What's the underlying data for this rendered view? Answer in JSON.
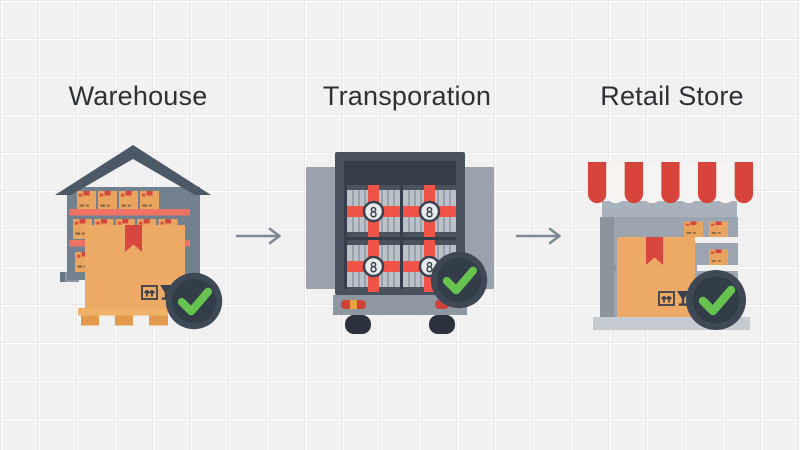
{
  "diagram": {
    "type": "process-flow",
    "stages": [
      {
        "label": "Warehouse",
        "icon": "warehouse-icon",
        "status_icon": "checkmark-icon",
        "status": "verified"
      },
      {
        "label": "Transporation",
        "icon": "delivery-truck-icon",
        "status_icon": "checkmark-icon",
        "status": "verified"
      },
      {
        "label": "Retail Store",
        "icon": "storefront-icon",
        "status_icon": "checkmark-icon",
        "status": "verified"
      }
    ],
    "connector_icon": "right-arrow-icon"
  },
  "colors": {
    "background": "#f2f1f1",
    "grid_line": "#e8e8eb",
    "label_text": "#2d3136",
    "arrow_gray": "#7e8894",
    "check_green": "#68c24f",
    "badge_ring": "#3f4956",
    "badge_inner": "#333d49",
    "accent_red": "#d8473f",
    "strap_red": "#f05348",
    "awning_red": "#d7443c",
    "awning_white": "#f6f4f2",
    "box_orange": "#ecaa66",
    "small_box_orange": "#e9a55f",
    "pallet_orange": "#f0b268",
    "shelf_salmon": "#ee7365",
    "slate_dark": "#4d5866",
    "slate_mid": "#73808e",
    "panel_gray": "#9aa3ad",
    "store_gray": "#9ca5af",
    "crate_gray": "#bac1c9",
    "wheel_dark": "#2c323b"
  }
}
